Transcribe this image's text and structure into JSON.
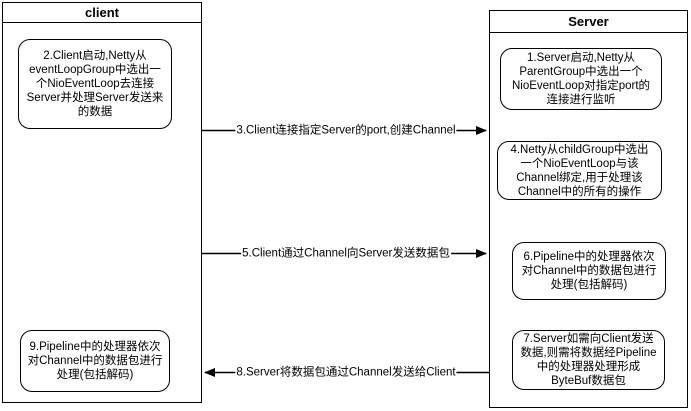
{
  "diagram": {
    "background_color": "#ffffff",
    "stroke_color": "#000000",
    "client_lane": {
      "title": "client",
      "boxes": [
        {
          "id": "step-2",
          "text": "2.Client启动,Netty从\neventLoopGroup中选出一\n个NioEventLoop去连接\nServer并处理Server发送来\n的数据"
        },
        {
          "id": "step-9",
          "text": "9.Pipeline中的处理器依次\n对Channel中的数据包进行\n处理(包括解码)"
        }
      ]
    },
    "server_lane": {
      "title": "Server",
      "boxes": [
        {
          "id": "step-1",
          "text": "1.Server启动,Netty从\nParentGroup中选出一个\nNioEventLoop对指定port的\n连接进行监听"
        },
        {
          "id": "step-4",
          "text": "4.Netty从childGroup中选出\n一个NioEventLoop与该\nChannel绑定,用于处理该\nChannel中的所有的操作"
        },
        {
          "id": "step-6",
          "text": "6.Pipeline中的处理器依次\n对Channel中的数据包进行\n处理(包括解码)"
        },
        {
          "id": "step-7",
          "text": "7.Server如需向Client发送\n数据,则需将数据经Pipeline\n中的处理器处理形成\nByteBuf数据包"
        }
      ]
    },
    "arrows": [
      {
        "id": "step-3",
        "label": "3.Client连接指定Server的port,创建Channel",
        "from": "client",
        "to": "server",
        "direction": "right"
      },
      {
        "id": "step-5",
        "label": "5.Client通过Channel向Server发送数据包",
        "from": "client",
        "to": "server",
        "direction": "right"
      },
      {
        "id": "step-8",
        "label": "8.Server将数据包通过Channel发送给Client",
        "from": "server",
        "to": "client",
        "direction": "left"
      }
    ]
  }
}
